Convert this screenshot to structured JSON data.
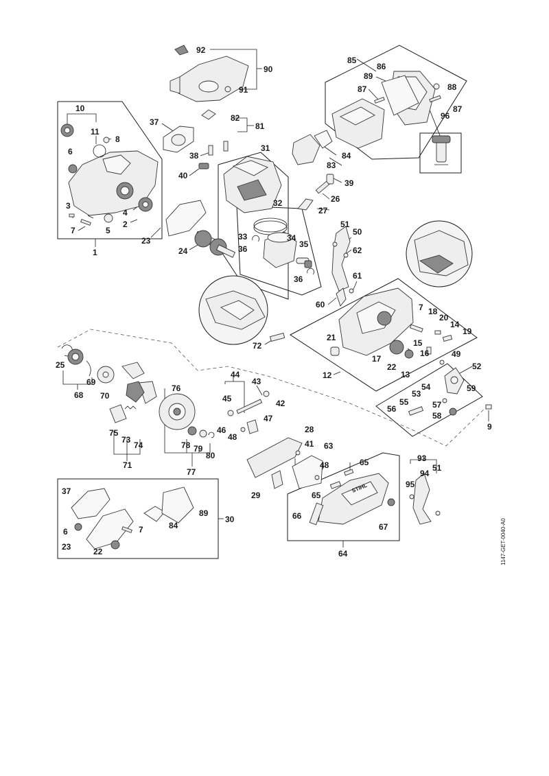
{
  "drawing_code": "1147-GET-0040-A0",
  "labels": [
    "10",
    "11",
    "8",
    "6",
    "3",
    "4",
    "7",
    "5",
    "2",
    "1",
    "37",
    "38",
    "40",
    "82",
    "81",
    "92",
    "90",
    "91",
    "31",
    "32",
    "33",
    "36",
    "34",
    "35",
    "36b",
    "23",
    "24",
    "84",
    "83",
    "39",
    "26",
    "27",
    "85",
    "86",
    "89",
    "87",
    "88",
    "87b",
    "96",
    "51",
    "50",
    "62",
    "61",
    "60",
    "72",
    "7b",
    "18",
    "20",
    "14",
    "19",
    "21",
    "15",
    "16",
    "17",
    "22",
    "13",
    "12",
    "49",
    "52",
    "54",
    "53",
    "59",
    "55",
    "57",
    "56",
    "58",
    "9",
    "25",
    "69",
    "68",
    "70",
    "76",
    "75",
    "73",
    "74",
    "71",
    "78",
    "79",
    "80",
    "77",
    "44",
    "43",
    "45",
    "42",
    "47",
    "46",
    "48",
    "28",
    "41",
    "63",
    "48b",
    "65",
    "65b",
    "29",
    "66",
    "67",
    "64",
    "93",
    "94",
    "51b",
    "95",
    "37b",
    "89b",
    "30",
    "6b",
    "84b",
    "7c",
    "23b",
    "22b"
  ],
  "label_text": {
    "10": "10",
    "11": "11",
    "8": "8",
    "6": "6",
    "3": "3",
    "4": "4",
    "7": "7",
    "5": "5",
    "2": "2",
    "1": "1",
    "37": "37",
    "38": "38",
    "40": "40",
    "82": "82",
    "81": "81",
    "92": "92",
    "90": "90",
    "91": "91",
    "31": "31",
    "32": "32",
    "33": "33",
    "36": "36",
    "34": "34",
    "35": "35",
    "36b": "36",
    "23": "23",
    "24": "24",
    "84": "84",
    "83": "83",
    "39": "39",
    "26": "26",
    "27": "27",
    "85": "85",
    "86": "86",
    "89": "89",
    "87": "87",
    "88": "88",
    "87b": "87",
    "96": "96",
    "51": "51",
    "50": "50",
    "62": "62",
    "61": "61",
    "60": "60",
    "72": "72",
    "7b": "7",
    "18": "18",
    "20": "20",
    "14": "14",
    "19": "19",
    "21": "21",
    "15": "15",
    "16": "16",
    "17": "17",
    "22": "22",
    "13": "13",
    "12": "12",
    "49": "49",
    "52": "52",
    "54": "54",
    "53": "53",
    "59": "59",
    "55": "55",
    "57": "57",
    "56": "56",
    "58": "58",
    "9": "9",
    "25": "25",
    "69": "69",
    "68": "68",
    "70": "70",
    "76": "76",
    "75": "75",
    "73": "73",
    "74": "74",
    "71": "71",
    "78": "78",
    "79": "79",
    "80": "80",
    "77": "77",
    "44": "44",
    "43": "43",
    "45": "45",
    "42": "42",
    "47": "47",
    "46": "46",
    "48": "48",
    "28": "28",
    "41": "41",
    "63": "63",
    "48b": "48",
    "65": "65",
    "65b": "65",
    "29": "29",
    "66": "66",
    "67": "67",
    "64": "64",
    "93": "93",
    "94": "94",
    "51b": "51",
    "95": "95",
    "37b": "37",
    "89b": "89",
    "30": "30",
    "6b": "6",
    "84b": "84",
    "7c": "7",
    "23b": "23",
    "22b": "22"
  },
  "brand_lettering": "STIHL"
}
